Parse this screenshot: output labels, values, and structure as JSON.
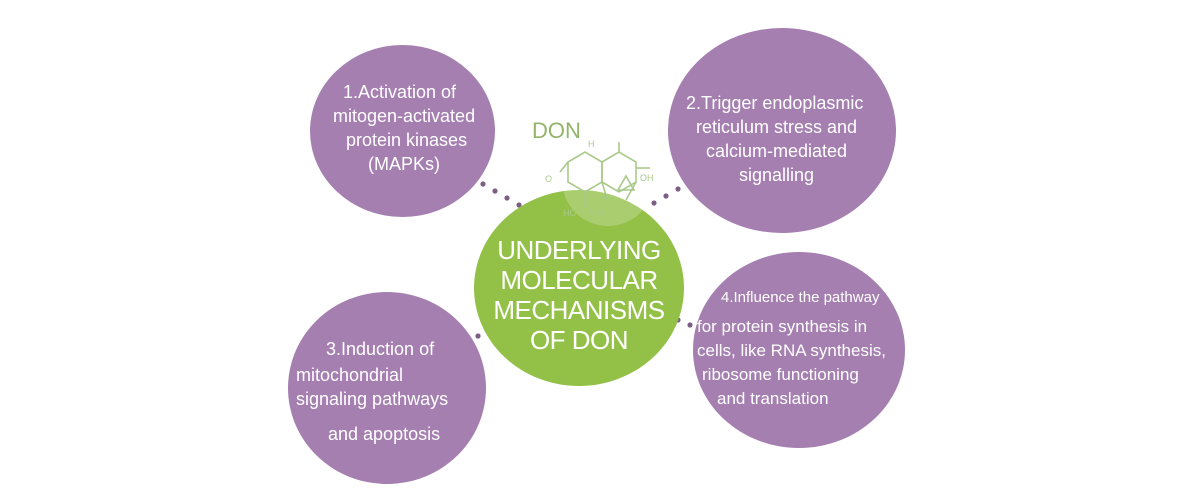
{
  "center": {
    "lines": [
      "UNDERLYING",
      "MOLECULAR",
      "MECHANISMS",
      "OF DON"
    ]
  },
  "molecule": {
    "name": "DON",
    "labels": [
      "H",
      "OH",
      "O",
      "HO",
      "HO"
    ]
  },
  "nodes": [
    {
      "id": "1",
      "lines": [
        "1.Activation of",
        "mitogen-activated",
        "protein kinases",
        "(MAPKs)"
      ]
    },
    {
      "id": "2",
      "lines": [
        "2.Trigger endoplasmic",
        "reticulum stress and",
        "calcium-mediated",
        "signalling"
      ]
    },
    {
      "id": "3",
      "lines": [
        "3.Induction of",
        "mitochondrial",
        "signaling  pathways",
        "and apoptosis"
      ]
    },
    {
      "id": "4",
      "lines": [
        "4.Influence the pathway",
        "for protein synthesis in",
        "cells, like RNA synthesis,",
        "ribosome functioning",
        "and translation"
      ]
    }
  ],
  "colors": {
    "center": "#93c147",
    "node": "#a47fb0",
    "connector": "#7d5f86",
    "molecule": "#a9c98b"
  }
}
